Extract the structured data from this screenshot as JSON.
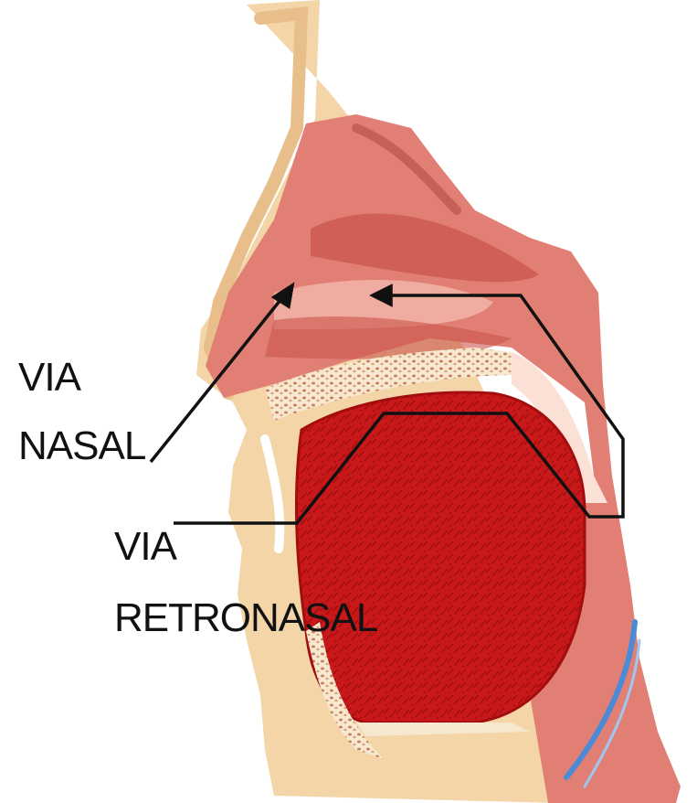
{
  "labels": {
    "nasal": {
      "line1": "VIA",
      "line2": "NASAL"
    },
    "retronasal": {
      "line1": "VIA",
      "line2": "RETRONASAL"
    }
  },
  "colors": {
    "skin": "#f3d5a8",
    "skin_shadow": "#e8bf8a",
    "nasal_tissue": "#e27f74",
    "nasal_tissue_dark": "#c9544b",
    "mucosa_light": "#f2b1a6",
    "tongue": "#c9181a",
    "tongue_dark": "#a30d10",
    "bone": "#f6e7cf",
    "bone_dots": "#c97b5a",
    "arrow": "#111111",
    "vessel_blue": "#4a8ad6"
  },
  "icons": {
    "nasal_arrow": "arrow-left-icon",
    "pathway_arrow": "arrow-up-right-icon"
  }
}
